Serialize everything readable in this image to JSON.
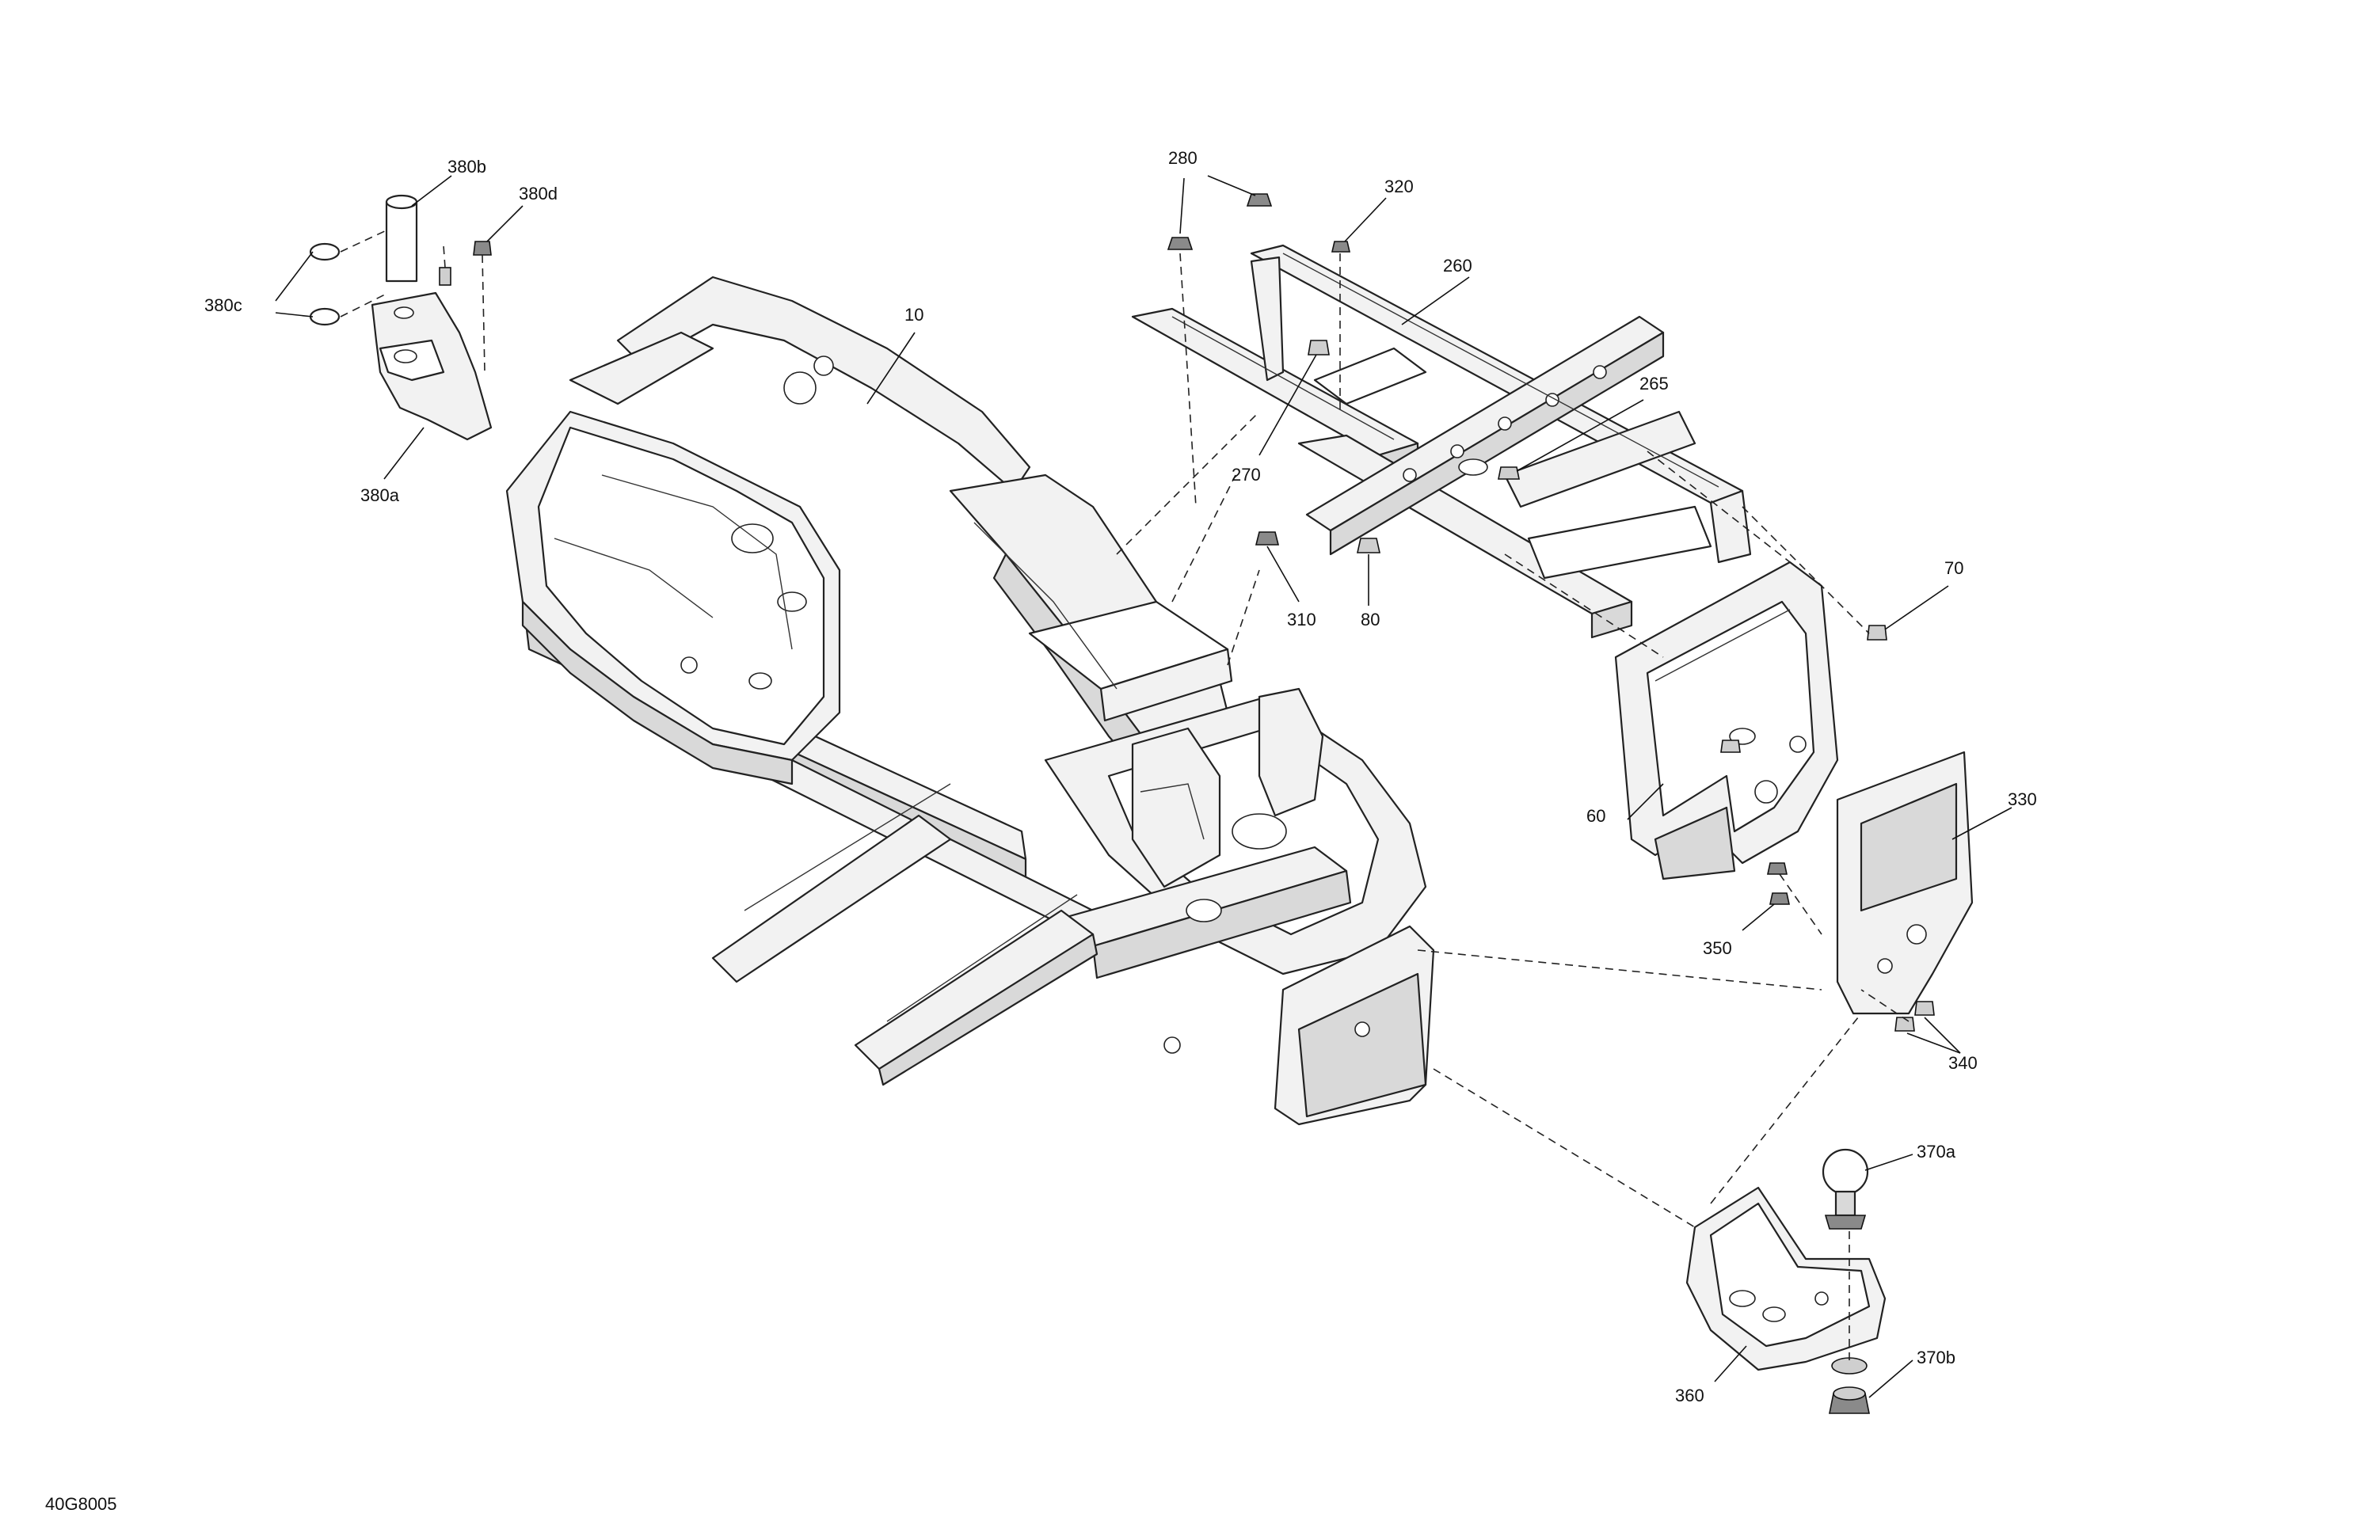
{
  "diagram_code": "40G8005",
  "callouts": {
    "c10": "10",
    "c60": "60",
    "c70": "70",
    "c80": "80",
    "c260": "260",
    "c265": "265",
    "c270": "270",
    "c280": "280",
    "c310": "310",
    "c320": "320",
    "c330": "330",
    "c340": "340",
    "c350": "350",
    "c360": "360",
    "c370a": "370a",
    "c370b": "370b",
    "c380a": "380a",
    "c380b": "380b",
    "c380c": "380c",
    "c380d": "380d"
  }
}
